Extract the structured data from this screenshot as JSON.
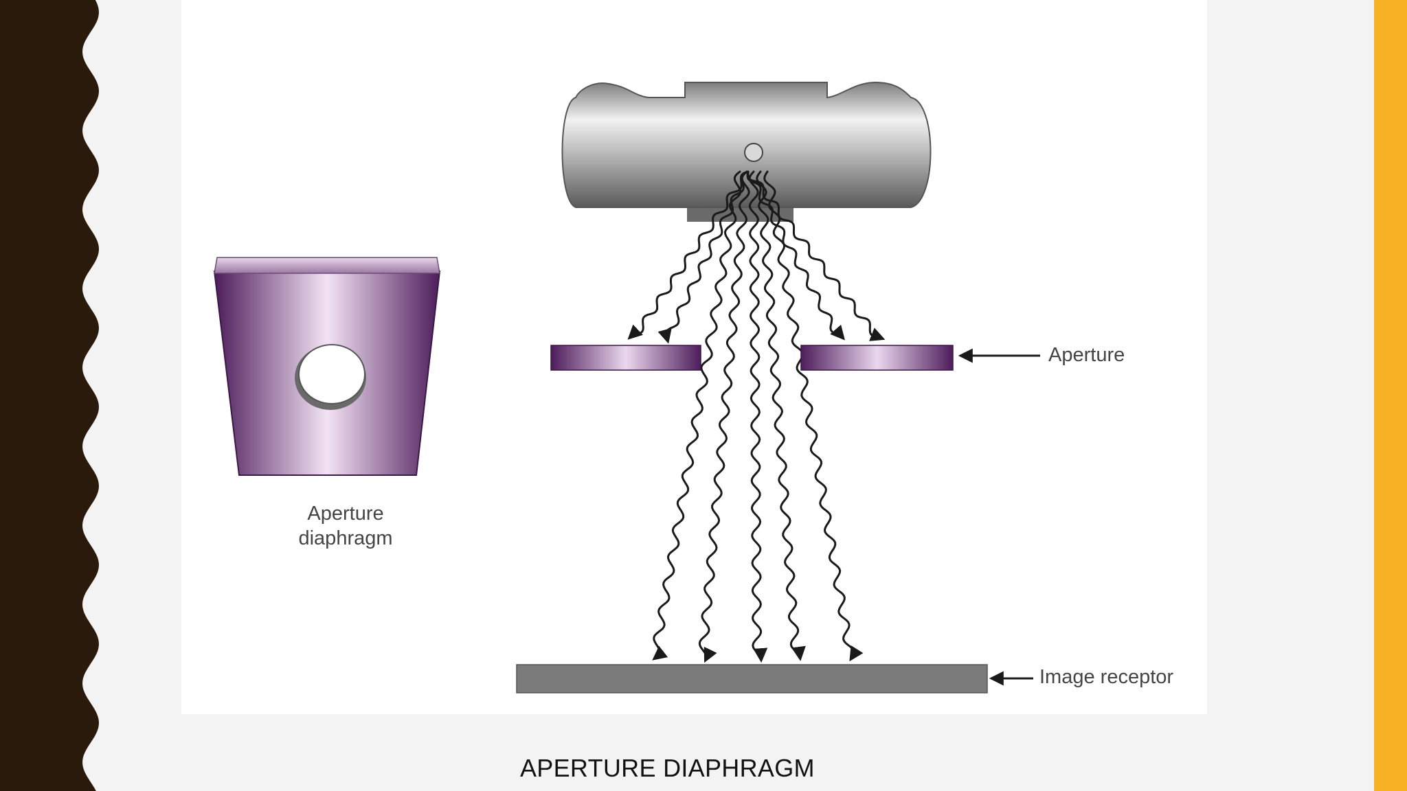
{
  "slide": {
    "caption": "APERTURE DIAPHRAGM",
    "colors": {
      "left_band": "#2a1a0c",
      "right_band": "#f6b024",
      "slide_background": "#f3f3f4",
      "aperture_purple": "#5e2a6e",
      "receptor_gray": "#7a7a7a"
    }
  },
  "diagram": {
    "labels": {
      "part_name_line1": "Aperture",
      "part_name_line2": "diaphragm",
      "aperture": "Aperture",
      "image_receptor": "Image receptor"
    }
  }
}
